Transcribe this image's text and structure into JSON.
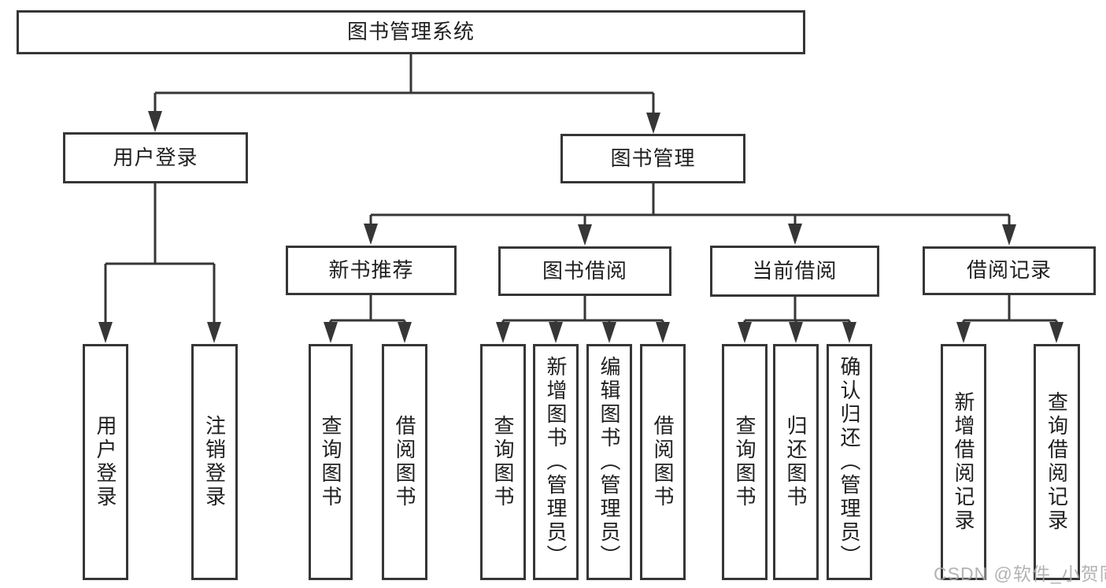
{
  "diagram": {
    "type": "functional-structure-tree",
    "colors": {
      "line": "#363636",
      "box_border": "#363636",
      "text": "#1f1f1f",
      "background": "#ffffff",
      "watermark": "#a8a8a8"
    },
    "root": {
      "label": "图书管理系统",
      "children": [
        {
          "label": "用户登录",
          "children": [
            {
              "label": "用户登录"
            },
            {
              "label": "注销登录"
            }
          ]
        },
        {
          "label": "图书管理",
          "children": [
            {
              "label": "新书推荐",
              "children": [
                {
                  "label": "查询图书"
                },
                {
                  "label": "借阅图书"
                }
              ]
            },
            {
              "label": "图书借阅",
              "children": [
                {
                  "label": "查询图书"
                },
                {
                  "label": "新增图书（管理员）"
                },
                {
                  "label": "编辑图书（管理员）"
                },
                {
                  "label": "借阅图书"
                }
              ]
            },
            {
              "label": "当前借阅",
              "children": [
                {
                  "label": "查询图书"
                },
                {
                  "label": "归还图书"
                },
                {
                  "label": "确认归还（管理员）"
                }
              ]
            },
            {
              "label": "借阅记录",
              "children": [
                {
                  "label": "新增借阅记录"
                },
                {
                  "label": "查询借阅记录"
                }
              ]
            }
          ]
        }
      ]
    }
  },
  "watermark": {
    "text": "CSDN @软件_小贺同学"
  }
}
